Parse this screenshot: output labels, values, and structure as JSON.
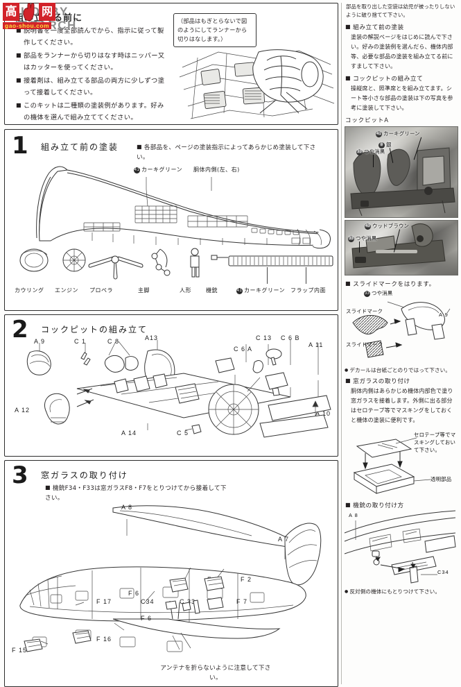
{
  "watermark": {
    "cn_char_1": "高",
    "cn_char_2": "网",
    "brand": "HOBBY SEARCH",
    "url": "gao-shou.com"
  },
  "intro": {
    "heading": "組み立てる前に",
    "items": [
      "説明書を一度全部読んでから、指示に従って製作してください。",
      "部品をランナーから切りはなす時はニッパー又はカッターを使ってください。",
      "接着剤は、組み立てる部品の両方に少しずつ塗って接着してください。",
      "このキットは二種類の塗装例があります。好みの機体を選んで組み立ててください。"
    ],
    "note": "（部品はもぎとらないで図のようにしてランナーから切りはなします。）"
  },
  "steps": [
    {
      "number": "1",
      "title": "組み立て前の塗装",
      "subtitle": "各部品を、ページの塗装指示によってあらかじめ塗装して下さい。",
      "labels": [
        {
          "id": "khaki-fuselage",
          "text": "カーキグリーン",
          "chip": "41"
        },
        {
          "id": "fuselage-inner",
          "text": "胴体内側(左、右)"
        },
        {
          "id": "cowling",
          "text": "カウリング"
        },
        {
          "id": "engine",
          "text": "エンジン"
        },
        {
          "id": "propeller",
          "text": "プロペラ"
        },
        {
          "id": "main-gear",
          "text": "主脚"
        },
        {
          "id": "figure",
          "text": "人形"
        },
        {
          "id": "gun",
          "text": "機銃"
        },
        {
          "id": "khaki-flap",
          "text": "カーキグリーン",
          "chip": "41"
        },
        {
          "id": "flap-inner",
          "text": "フラップ内面"
        }
      ]
    },
    {
      "number": "2",
      "title": "コックピットの組み立て",
      "subtitle": "",
      "parts": [
        "A 9",
        "C 1",
        "C 8",
        "A13",
        "C 13",
        "C 6 B",
        "C 6 A",
        "A 11",
        "A 12",
        "A 14",
        "C 5",
        "A 10"
      ]
    },
    {
      "number": "3",
      "title": "窓ガラスの取り付け",
      "subtitle": "機銃F34・F33は窓ガラスF8・F7をとりつけてから接着して下さい。",
      "parts": [
        "A 8",
        "A 7",
        "F 8",
        "F 2",
        "F 6",
        "C34",
        "C 33",
        "F 7",
        "F 6",
        "F 17",
        "F 15",
        "F 16"
      ],
      "warning": "アンテナを折らないように注意して下さい。"
    }
  ],
  "right_column": {
    "top_note": "部品を取り出した空袋は幼児が被ったりしないように破り捨てて下さい。",
    "sections": [
      {
        "heading": "組み立て前の塗装",
        "body": "塗装の解説ページをはじめに読んで下さい。好みの塗装例を選んだら、機体内部等、必要な部品の塗装を組み立てる前にすまして下さい。"
      },
      {
        "heading": "コックピットの組み立て",
        "body": "操縦席と、照準席とを組み立てます。シート等小さな部品の塗装は下の写真を参考に塗装して下さい。"
      }
    ],
    "photo_a_caption": "コックピットA",
    "photo_a_labels": [
      {
        "chip": "41",
        "text": "カーキグリーン"
      },
      {
        "chip": "8",
        "text": "銀"
      },
      {
        "chip": "33",
        "text": "つや消黒"
      }
    ],
    "photo_b_labels": [
      {
        "chip": "43",
        "text": "ウッドブラウン"
      },
      {
        "chip": "33",
        "text": "つや消黒"
      }
    ],
    "decal_heading": "スライドマークをはります。",
    "decal_labels": [
      {
        "chip": "33",
        "text": "つや消黒"
      },
      {
        "text": "スライドマーク"
      },
      {
        "text": "スライドマーク"
      },
      {
        "text": "A 9"
      }
    ],
    "decal_bullet": "デカールは台紙ごとのりではって下さい。",
    "glass_heading": "窓ガラスの取り付け",
    "glass_body": "胴体内側はあらかじめ機体内部色で塗り窓ガラスを接着します。外側に出る部分はセロテープ等でマスキングをしておくと機体の塗装に便利です。",
    "glass_labels": [
      {
        "text": "セロテープ等でマスキングしておいて下さい。"
      },
      {
        "text": "透明部品"
      }
    ],
    "gun_heading": "機銃の取り付け方",
    "gun_labels": [
      {
        "text": "A 8"
      },
      {
        "text": "C34"
      }
    ],
    "gun_bullet": "反対側の機体にもとりつけて下さい。"
  }
}
